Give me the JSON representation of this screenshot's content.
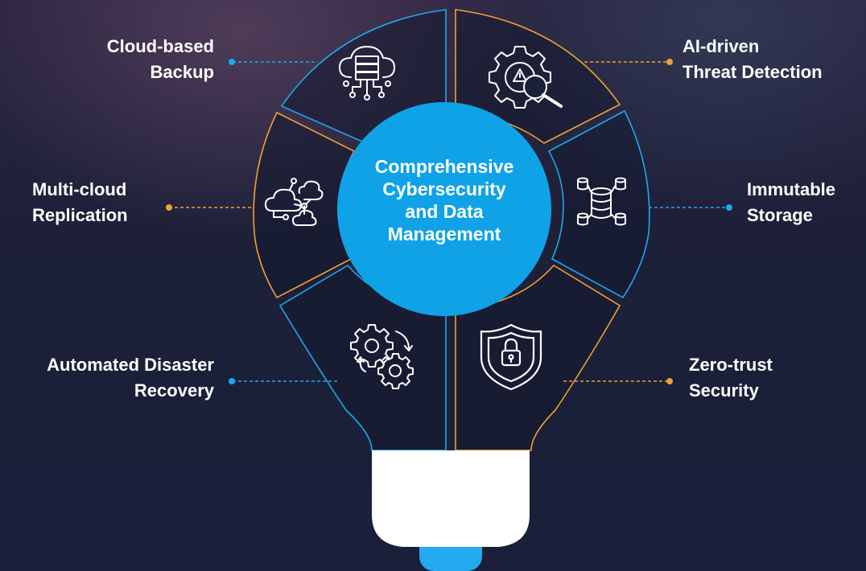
{
  "center": {
    "lines": [
      "Comprehensive",
      "Cybersecurity",
      "and Data",
      "Management"
    ]
  },
  "labels": {
    "cloud_backup": [
      "Cloud-based",
      "Backup"
    ],
    "threat_detection": [
      "AI-driven",
      "Threat Detection"
    ],
    "multi_cloud": [
      "Multi-cloud",
      "Replication"
    ],
    "immutable_storage": [
      "Immutable",
      "Storage"
    ],
    "disaster_recovery": [
      "Automated Disaster",
      "Recovery"
    ],
    "zero_trust": [
      "Zero-trust",
      "Security"
    ]
  },
  "icons": {
    "cloud_backup": "cloud-server-icon",
    "threat_detection": "gear-warning-magnifier-icon",
    "multi_cloud": "cloud-network-icon",
    "immutable_storage": "database-network-icon",
    "disaster_recovery": "gears-cycle-icon",
    "zero_trust": "shield-lock-icon"
  },
  "colors": {
    "blue": "#1fa8ec",
    "orange": "#f0a033",
    "center_fill": "#0fa2e6",
    "bulb_base": "#ffffff",
    "bulb_tip": "#23a9f0"
  }
}
